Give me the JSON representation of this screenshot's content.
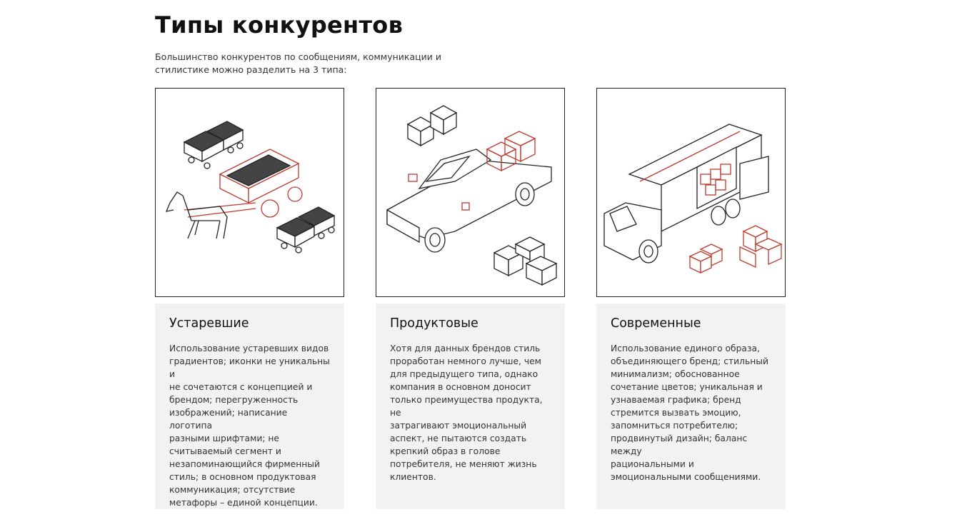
{
  "header": {
    "title": "Типы конкурентов",
    "intro": "Большинство конкурентов по сообщениям, коммуникации и\nстилистике можно разделить на 3 типа:"
  },
  "colors": {
    "accent": "#c0392b",
    "line": "#222222",
    "panel": "#f2f2f2"
  },
  "cards": [
    {
      "illustration": "cart-horse-icon",
      "title": "Устаревшие",
      "text": "Использование устаревших видов\nградиентов; иконки не уникальны и\nне сочетаются с концепцией и\nбрендом; перегруженность\nизображений; написание логотипа\nразными шрифтами; не\nсчитываемый сегмент и\nнезапоминающийся фирменный\nстиль; в основном продуктовая\nкоммуникация; отсутствие\nметафоры – единой концепции."
    },
    {
      "illustration": "pickup-truck-icon",
      "title": "Продуктовые",
      "text": "Хотя для данных брендов стиль\nпроработан немного лучше, чем\nдля предыдущего типа, однако\nкомпания в основном доносит\nтолько преимущества продукта, не\nзатрагивают эмоциональный\nаспект, не пытаются создать\nкрепкий образ в голове\nпотребителя, не меняют жизнь\nклиентов."
    },
    {
      "illustration": "delivery-truck-icon",
      "title": "Современные",
      "text": "Использование единого образа,\nобъединяющего бренд; стильный\nминимализм; обоснованное\nсочетание цветов; уникальная и\nузнаваемая графика; бренд\nстремится вызвать эмоцию,\nзапомниться потребителю;\nпродвинутый дизайн; баланс между\nрациональными и\nэмоциональными сообщениями."
    }
  ]
}
